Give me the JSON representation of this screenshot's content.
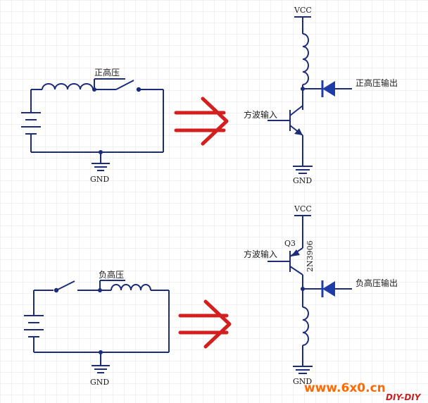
{
  "colors": {
    "grid": "#e3e3e3",
    "wire": "#1c2c7a",
    "arrow": "#d41f1f",
    "diode": "#1d3ca8",
    "watermark_orange": "#ff6a00",
    "watermark_red": "#cc1f1f"
  },
  "top": {
    "left_circuit": {
      "label": "正高压",
      "gnd": "GND"
    },
    "right_circuit": {
      "vcc": "VCC",
      "input": "方波输入",
      "output": "正高压输出",
      "gnd": "GND"
    }
  },
  "bottom": {
    "left_circuit": {
      "label": "负高压",
      "gnd": "GND"
    },
    "right_circuit": {
      "vcc": "VCC",
      "input": "方波输入",
      "transistor_ref": "Q3",
      "transistor_part": "2N3906",
      "output": "负高压输出",
      "gnd": "GND"
    }
  },
  "watermark": {
    "site": "www.6x0.cn",
    "brand": "DIY-DIY"
  }
}
